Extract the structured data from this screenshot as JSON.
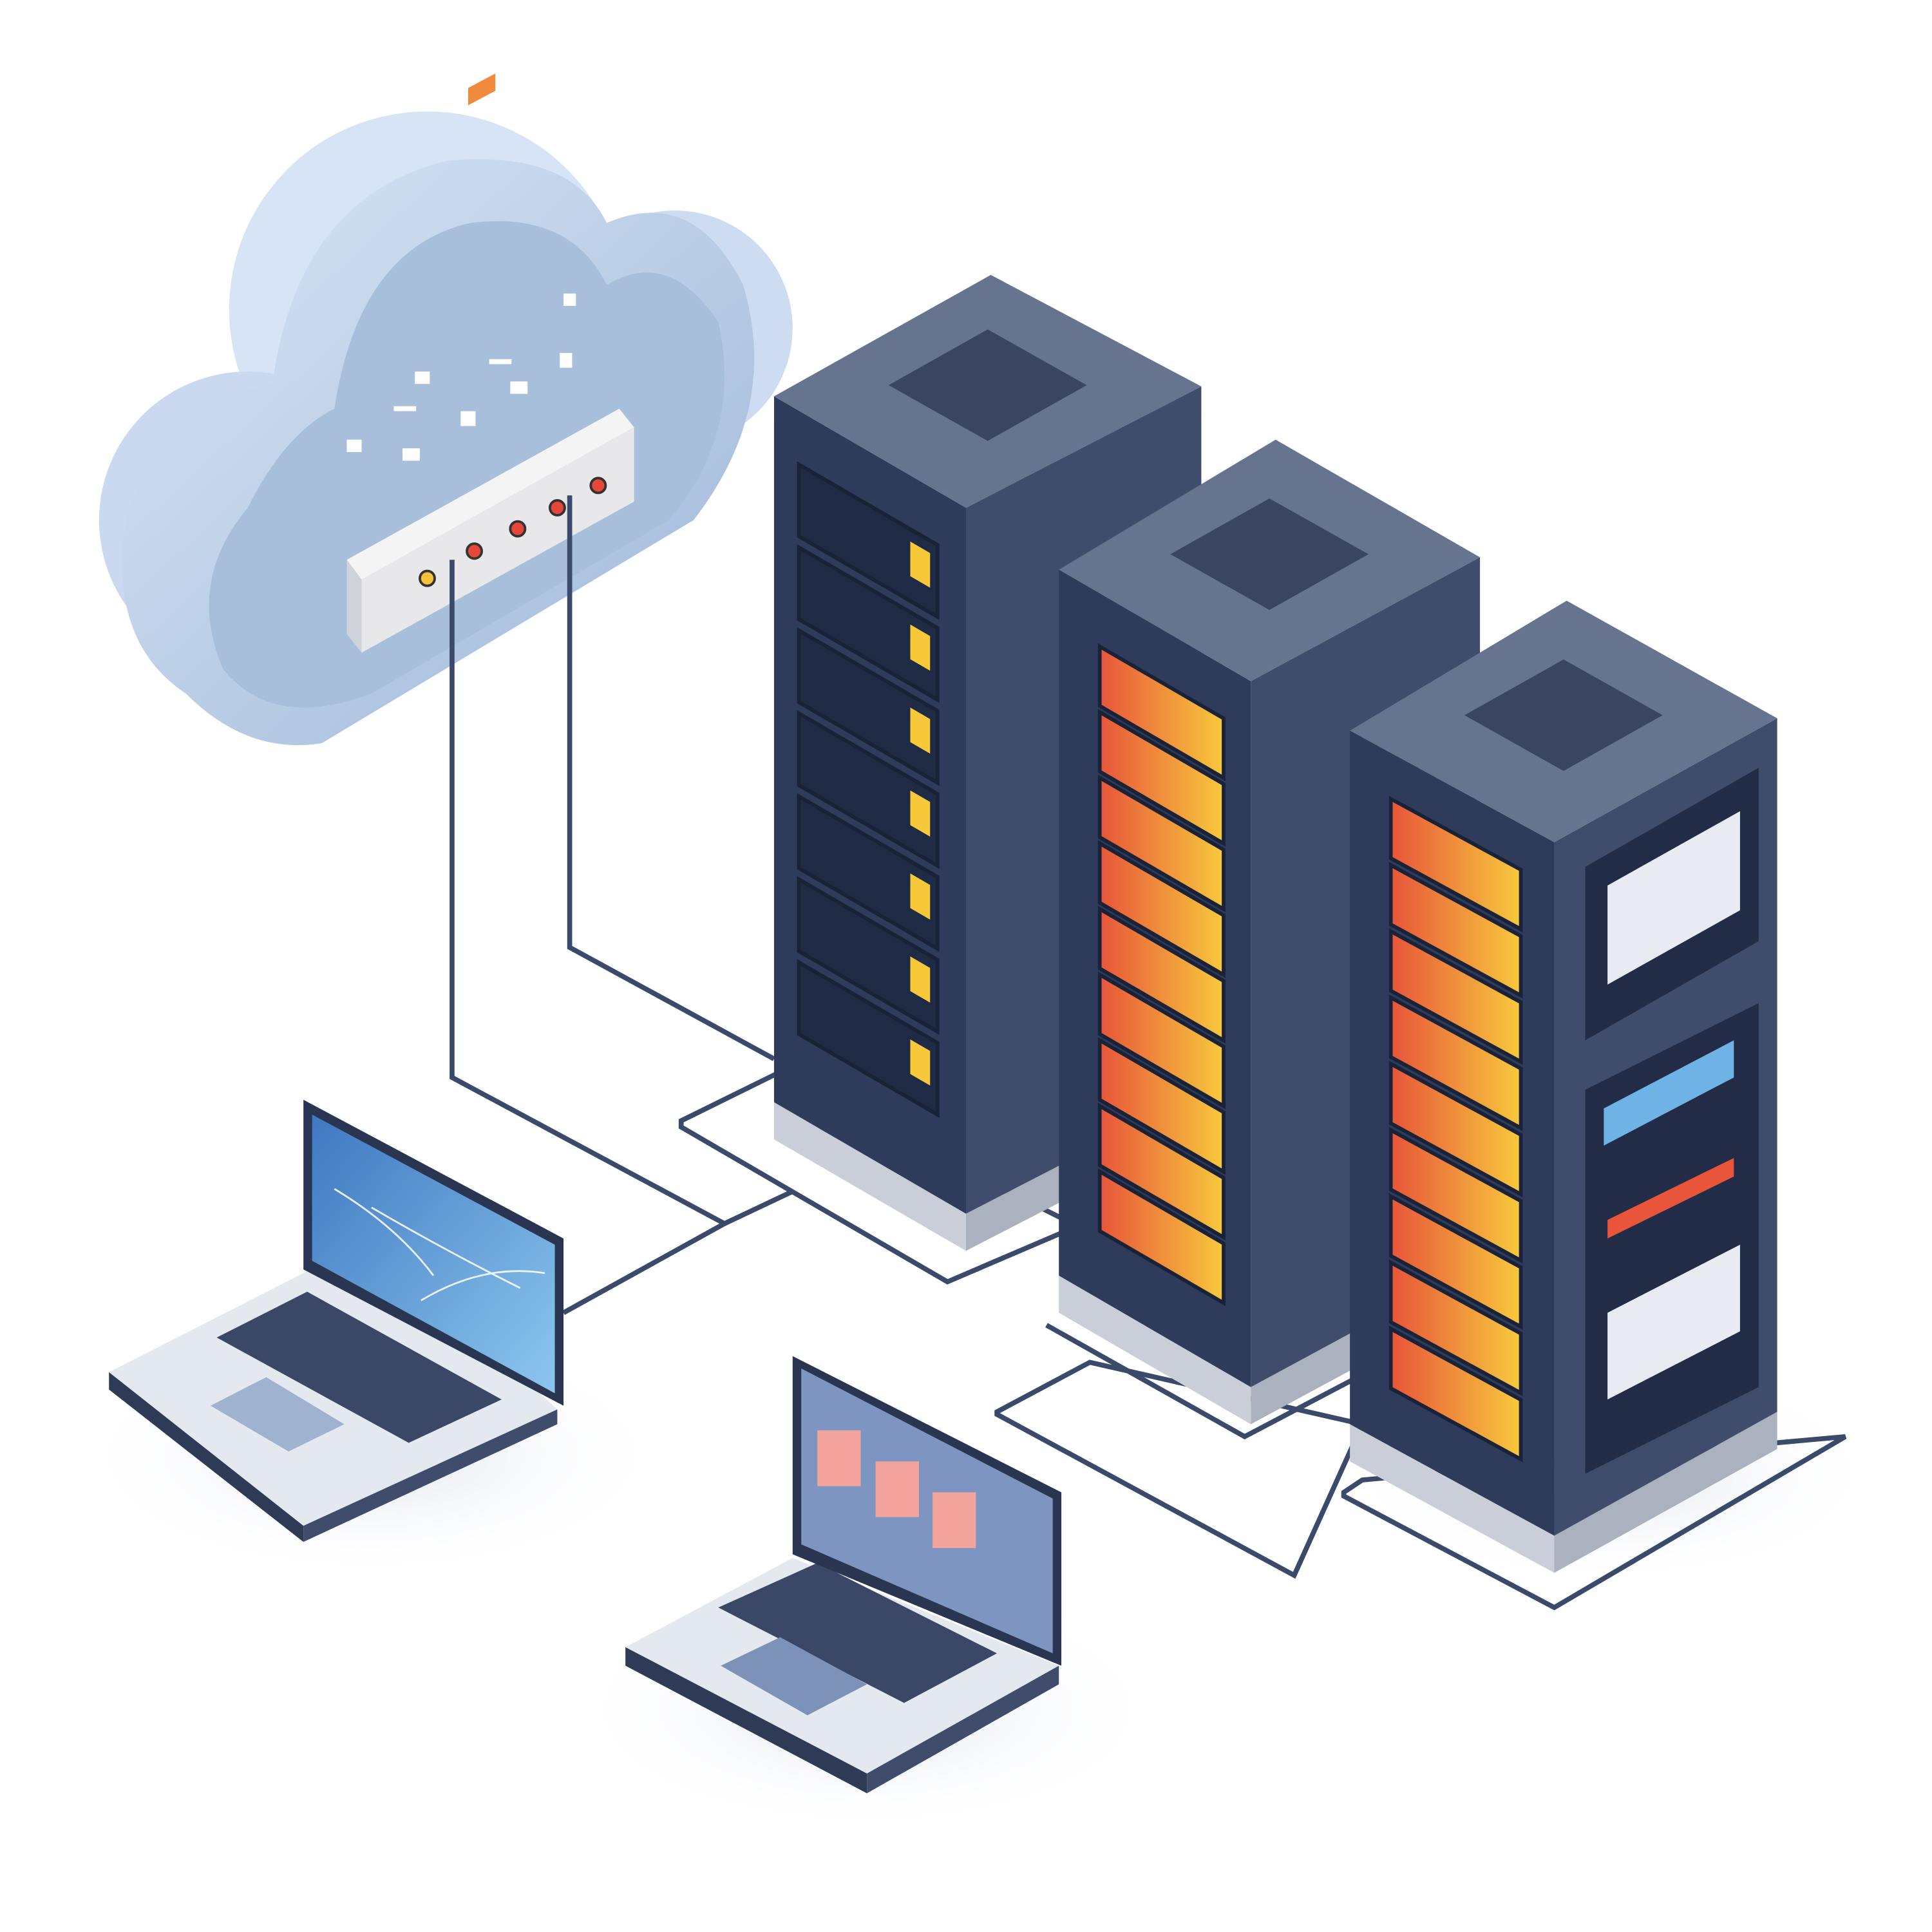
{
  "scene": {
    "subject": "cloud-servers-network",
    "colors": {
      "background": "#ffffff",
      "cloud_light": "#d3e2f4",
      "cloud_mid": "#a9c0de",
      "server_dark": "#2e3b5a",
      "server_top": "#66748f",
      "server_side": "#3f4c6c",
      "cable": "#3b4a6b",
      "drive_red": "#e85a3a",
      "drive_yellow": "#f6c83a",
      "screen_blue": "#5b9bd8",
      "laptop_base": "#e4e8ef"
    },
    "servers": [
      {
        "name": "server-1",
        "drive_count": 7,
        "drive_style": "dark"
      },
      {
        "name": "server-2",
        "drive_count": 9,
        "drive_style": "hot"
      },
      {
        "name": "server-3",
        "drive_count": 9,
        "drive_style": "hot"
      }
    ],
    "cloud_panel_leds": 5
  }
}
